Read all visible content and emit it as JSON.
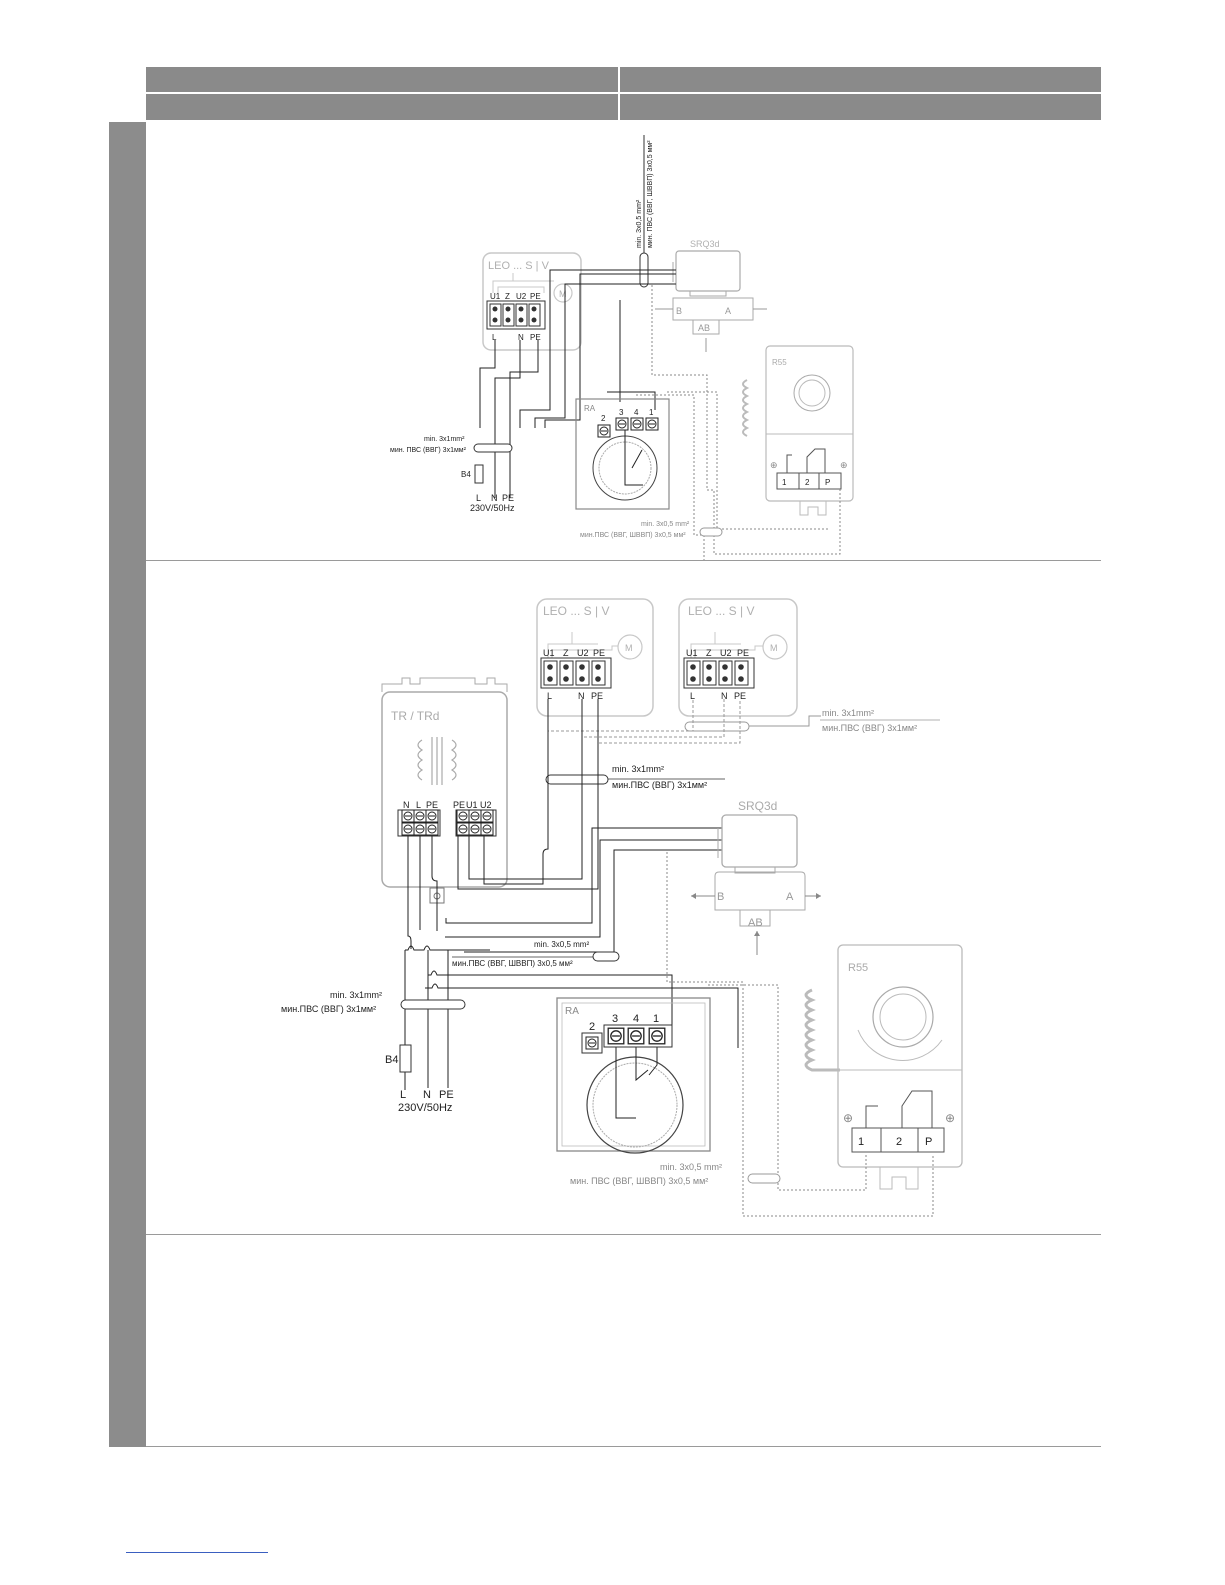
{
  "diagram1": {
    "leo_label": "LEO ... S | V",
    "terminals_top": [
      "U1",
      "Z",
      "U2",
      "PE"
    ],
    "terminals_bottom": [
      "L",
      "N",
      "PE"
    ],
    "motor": "M",
    "srq_label": "SRQ3d",
    "valve_ports": [
      "B",
      "A",
      "AB"
    ],
    "ra_label": "RA",
    "ra_terminals": [
      "2",
      "3",
      "4",
      "1"
    ],
    "r55_label": "R55",
    "r55_terminals": [
      "1",
      "2",
      "P"
    ],
    "cable_vertical_1": "min. 3x0,5 mm²",
    "cable_vertical_2": "мин. ПВС (ВВГ, ШВВП) 3х0,5 мм²",
    "power_cable_1": "min. 3x1mm²",
    "power_cable_2": "мин. ПВС (ВВГ) 3х1мм²",
    "fuse": "B4",
    "supply_terminals": [
      "L",
      "N",
      "PE"
    ],
    "supply": "230V/50Hz",
    "r55_cable_1": "min. 3x0,5 mm²",
    "r55_cable_2": "мин.ПВС (ВВГ, ШВВП) 3х0,5 мм²"
  },
  "diagram2": {
    "leo_label_a": "LEO ... S | V",
    "leo_label_b": "LEO ... S | V",
    "terminals_top": [
      "U1",
      "Z",
      "U2",
      "PE"
    ],
    "terminals_bottom": [
      "L",
      "N",
      "PE"
    ],
    "motor": "M",
    "tr_label": "TR  / TRd",
    "tr_terminals_left": [
      "N",
      "L",
      "PE"
    ],
    "tr_terminals_right": [
      "PE",
      "U1",
      "U2"
    ],
    "leo_cable_1": "min. 3x1mm²",
    "leo_cable_2": "мин.ПВС (ВВГ) 3х1мм²",
    "tr_cable_1": "min. 3x1mm²",
    "tr_cable_2": "мин.ПВС (ВВГ) 3х1мм²",
    "srq_label": "SRQ3d",
    "valve_ports": [
      "B",
      "A",
      "AB"
    ],
    "srq_cable_1": "min. 3x0,5 mm²",
    "srq_cable_2": "мин.ПВС (ВВГ, ШВВП) 3х0,5 мм²",
    "power_cable_1": "min. 3x1mm²",
    "power_cable_2": "мин.ПВС (ВВГ) 3х1мм²",
    "fuse": "B4",
    "supply_terminals": [
      "L",
      "N",
      "PE"
    ],
    "supply": "230V/50Hz",
    "ra_label": "RA",
    "ra_terminals": [
      "2",
      "3",
      "4",
      "1"
    ],
    "r55_label": "R55",
    "r55_terminals": [
      "1",
      "2",
      "P"
    ],
    "r55_cable_1": "min. 3x0,5 mm²",
    "r55_cable_2": "мин. ПВС (ВВГ, ШВВП) 3х0,5 мм²"
  }
}
